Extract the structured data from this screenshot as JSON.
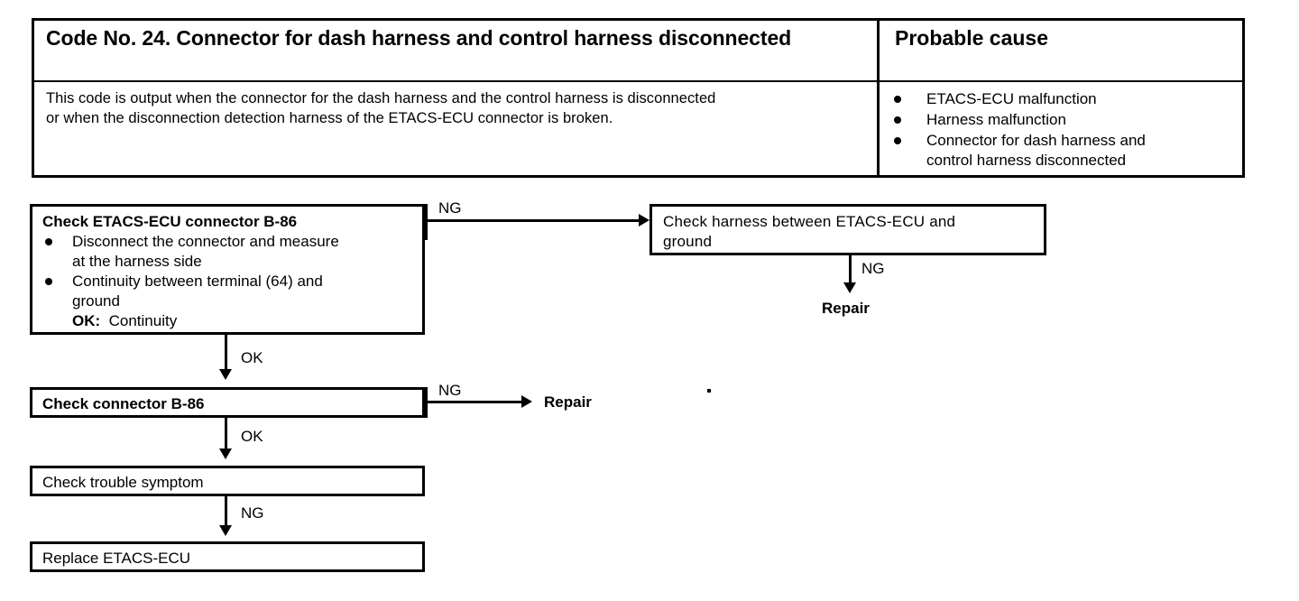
{
  "table": {
    "code_title": "Code No. 24. Connector for dash harness and control harness disconnected",
    "probable_cause_title": "Probable cause",
    "description_line1": "This code is output when the connector for the dash harness and the control harness is disconnected",
    "description_line2": "or when the disconnection detection harness of the ETACS-ECU connector is broken.",
    "causes": [
      {
        "line1": "ETACS-ECU malfunction",
        "line2": ""
      },
      {
        "line1": "Harness malfunction",
        "line2": ""
      },
      {
        "line1": "Connector for dash harness and",
        "line2": "control harness disconnected"
      }
    ]
  },
  "flowchart": {
    "box_check_ecu_connector": {
      "title": "Check ETACS-ECU connector B-86",
      "bullets": [
        {
          "line1": "Disconnect the connector and measure",
          "line2": "at the harness side"
        },
        {
          "line1": "Continuity between terminal (64) and",
          "line2": "ground"
        }
      ],
      "ok_label": "OK:",
      "ok_value": "Continuity"
    },
    "box_check_harness_ground": {
      "line1": "Check  harness  between  ETACS-ECU  and",
      "line2": "ground"
    },
    "box_check_connector": {
      "title": "Check connector B-86"
    },
    "box_check_symptom": {
      "title": "Check trouble symptom"
    },
    "box_replace_ecu": {
      "title": "Replace ETACS-ECU"
    },
    "edges": {
      "ecu_connector_ng": "NG",
      "ecu_connector_ok": "OK",
      "harness_ground_ng": "NG",
      "connector_ng": "NG",
      "connector_ok": "OK",
      "symptom_ng": "NG"
    },
    "terminals": {
      "repair_top": "Repair",
      "repair_mid": "Repair"
    }
  }
}
